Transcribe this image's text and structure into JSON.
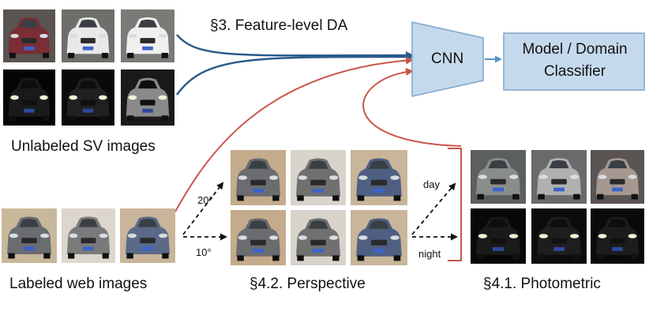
{
  "labels": {
    "feature_da": "§3. Feature-level DA",
    "cnn": "CNN",
    "classifier_line1": "Model / Domain",
    "classifier_line2": "Classifier",
    "unlabeled": "Unlabeled SV images",
    "labeled": "Labeled web images",
    "perspective": "§4.2. Perspective",
    "photometric": "§4.1. Photometric",
    "angle_20": "20°",
    "angle_10": "10°",
    "day": "day",
    "night": "night"
  },
  "colors": {
    "blue_arrow": "#2a5a8a",
    "red_arrow": "#c8584a",
    "box_fill": "#c5d9ec",
    "box_stroke": "#7ea6cc",
    "small_arrow": "#5b8fc7"
  }
}
